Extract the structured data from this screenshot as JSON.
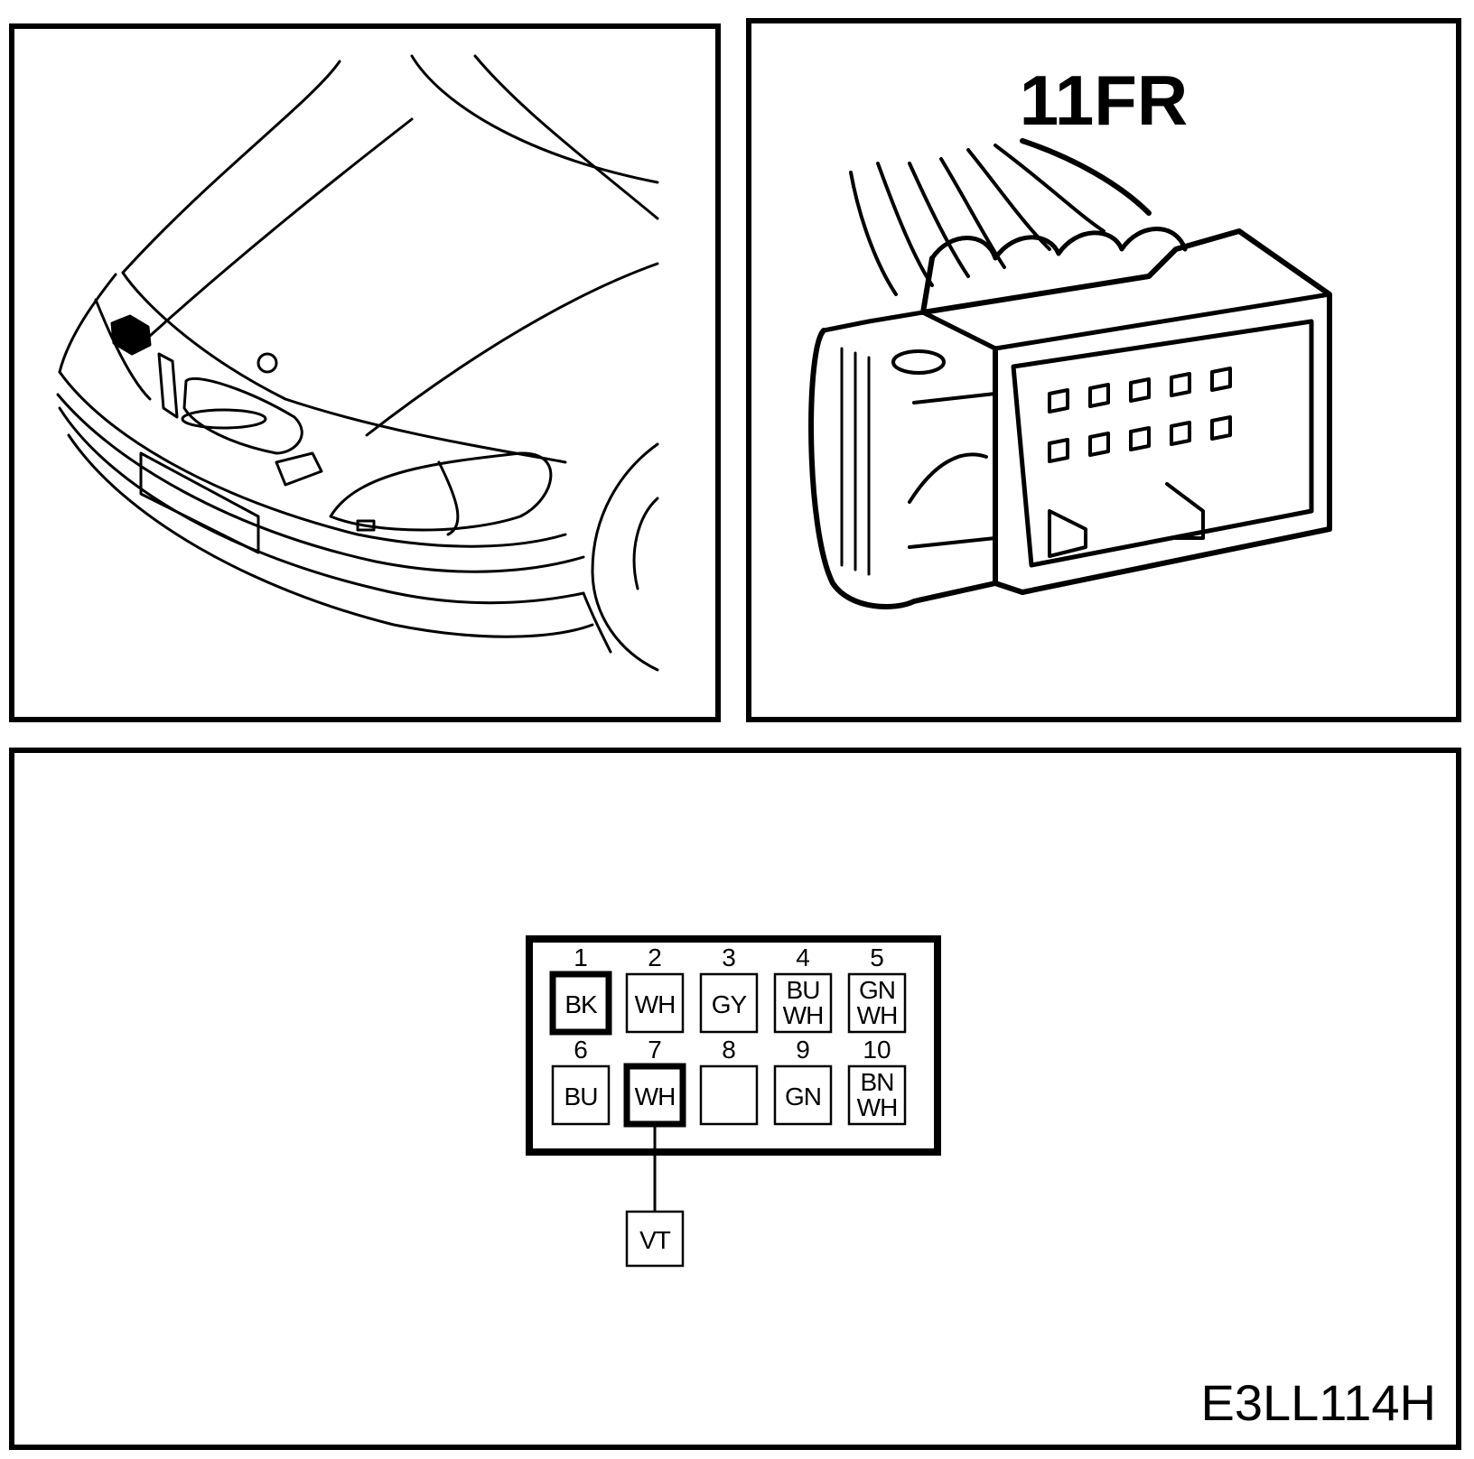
{
  "connector": {
    "id": "11FR"
  },
  "figure_code": "E3LL114H",
  "pins": [
    {
      "num": "1",
      "codes": [
        "BK"
      ],
      "bold": true
    },
    {
      "num": "2",
      "codes": [
        "WH"
      ],
      "bold": false
    },
    {
      "num": "3",
      "codes": [
        "GY"
      ],
      "bold": false
    },
    {
      "num": "4",
      "codes": [
        "BU",
        "WH"
      ],
      "bold": false
    },
    {
      "num": "5",
      "codes": [
        "GN",
        "WH"
      ],
      "bold": false
    },
    {
      "num": "6",
      "codes": [
        "BU"
      ],
      "bold": false
    },
    {
      "num": "7",
      "codes": [
        "WH"
      ],
      "bold": true
    },
    {
      "num": "8",
      "codes": [],
      "bold": false
    },
    {
      "num": "9",
      "codes": [
        "GN"
      ],
      "bold": false
    },
    {
      "num": "10",
      "codes": [
        "BN",
        "WH"
      ],
      "bold": false
    }
  ],
  "branch": {
    "from_pin": "7",
    "code": "VT"
  }
}
